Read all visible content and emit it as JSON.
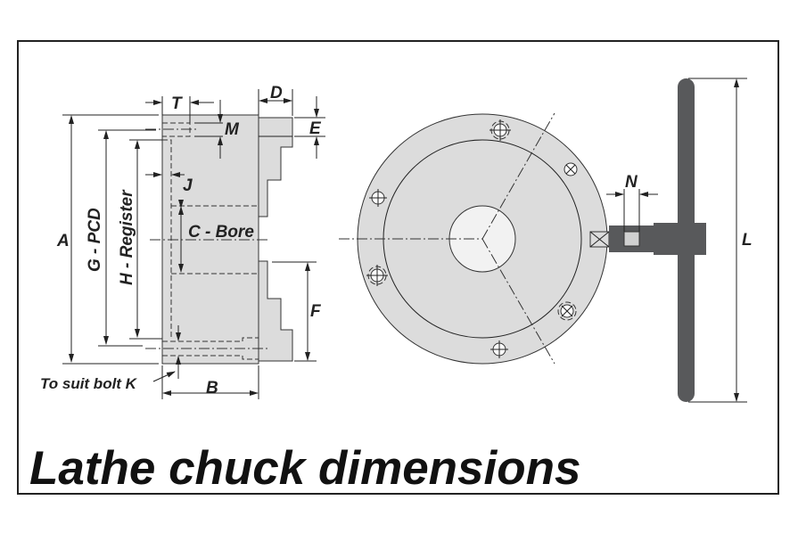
{
  "title": "Lathe chuck dimensions",
  "labels": {
    "A": "A",
    "B": "B",
    "C": "C - Bore",
    "D": "D",
    "E": "E",
    "F": "F",
    "G": "G - PCD",
    "H": "H - Register",
    "J": "J",
    "K": "To suit bolt K",
    "L": "L",
    "M": "M",
    "N": "N",
    "T": "T"
  },
  "colors": {
    "body": "#dcdcdc",
    "handle": "#58595b",
    "bore": "#f2f2f2"
  }
}
